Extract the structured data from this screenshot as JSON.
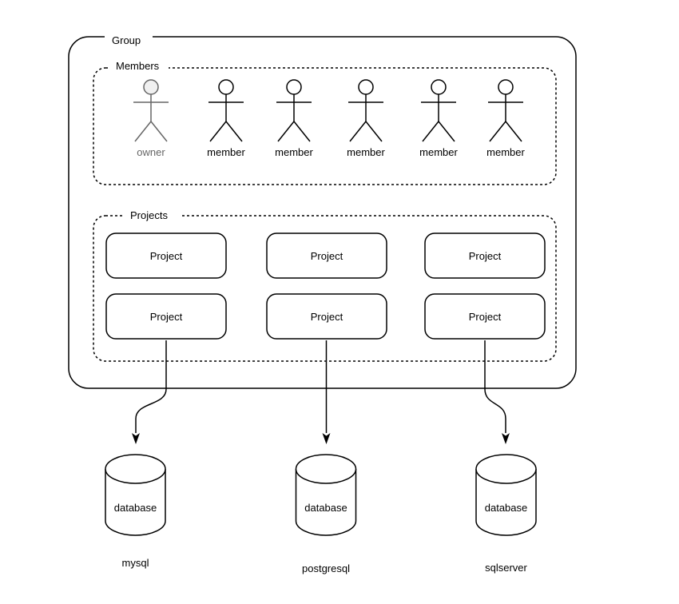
{
  "diagram": {
    "group": {
      "label": "Group"
    },
    "members_section": {
      "label": "Members",
      "actors": [
        {
          "label": "owner",
          "role": "owner"
        },
        {
          "label": "member",
          "role": "member"
        },
        {
          "label": "member",
          "role": "member"
        },
        {
          "label": "member",
          "role": "member"
        },
        {
          "label": "member",
          "role": "member"
        },
        {
          "label": "member",
          "role": "member"
        }
      ]
    },
    "projects_section": {
      "label": "Projects",
      "items": [
        {
          "label": "Project"
        },
        {
          "label": "Project"
        },
        {
          "label": "Project"
        },
        {
          "label": "Project"
        },
        {
          "label": "Project"
        },
        {
          "label": "Project"
        }
      ]
    },
    "databases": [
      {
        "label": "database",
        "engine": "mysql"
      },
      {
        "label": "database",
        "engine": "postgresql"
      },
      {
        "label": "database",
        "engine": "sqlserver"
      }
    ],
    "colors": {
      "stroke": "#000000",
      "owner_stroke": "#666666",
      "owner_head_fill": "#f0f0f0",
      "owner_text": "#666666",
      "background": "#ffffff"
    }
  }
}
